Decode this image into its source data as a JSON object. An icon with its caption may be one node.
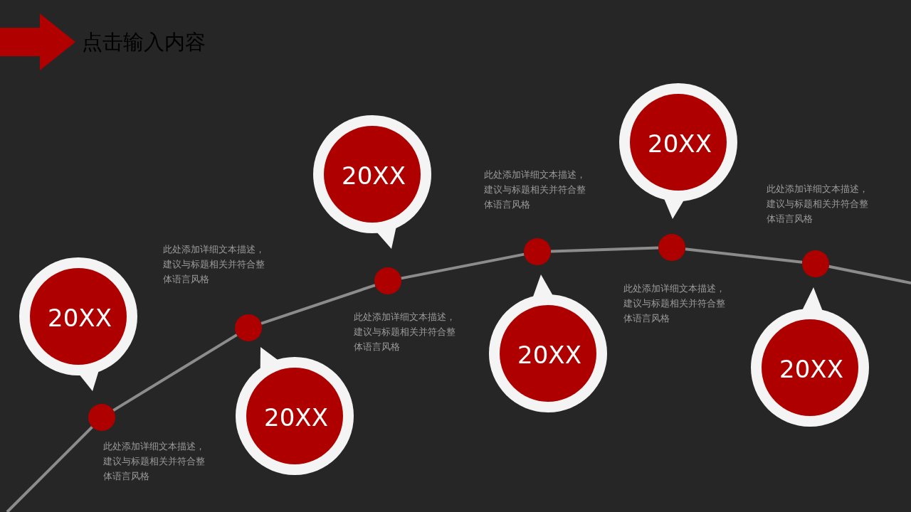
{
  "diagram": {
    "title": "点击输入内容",
    "nodes": [
      {
        "text": [
          "20XX"
        ]
      },
      {
        "text": [
          "20XX"
        ]
      },
      {
        "text": [
          "20XX"
        ]
      },
      {
        "text": [
          "20XX"
        ]
      },
      {
        "text": [
          "20XX"
        ]
      },
      {
        "text": [
          "20XX"
        ]
      },
      {
        "text": [],
        "shape": "circle"
      },
      {
        "text": [],
        "shape": "circle"
      },
      {
        "text": [],
        "shape": "circle"
      },
      {
        "text": [],
        "shape": "circle"
      },
      {
        "text": [],
        "shape": "circle"
      },
      {
        "text": [],
        "shape": "circle"
      }
    ],
    "edges": [
      {
        "from": 6,
        "to": 7,
        "arrow": "none"
      },
      {
        "from": 7,
        "to": 8,
        "arrow": "none"
      },
      {
        "from": 8,
        "to": 9,
        "arrow": "none"
      },
      {
        "from": 9,
        "to": 10,
        "arrow": "none"
      },
      {
        "from": 10,
        "to": 11,
        "arrow": "none"
      }
    ],
    "labels": [
      "此处添加详细文本描述，建议与标题相关并符合整体语言风格",
      "此处添加详细文本描述，建议与标题相关并符合整体语言风格",
      "此处添加详细文本描述，建议与标题相关并符合整体语言风格",
      "此处添加详细文本描述，建议与标题相关并符合整体语言风格",
      "此处添加详细文本描述，建议与标题相关并符合整体语言风格",
      "此处添加详细文本描述，建议与标题相关并符合整体语言风格"
    ]
  }
}
